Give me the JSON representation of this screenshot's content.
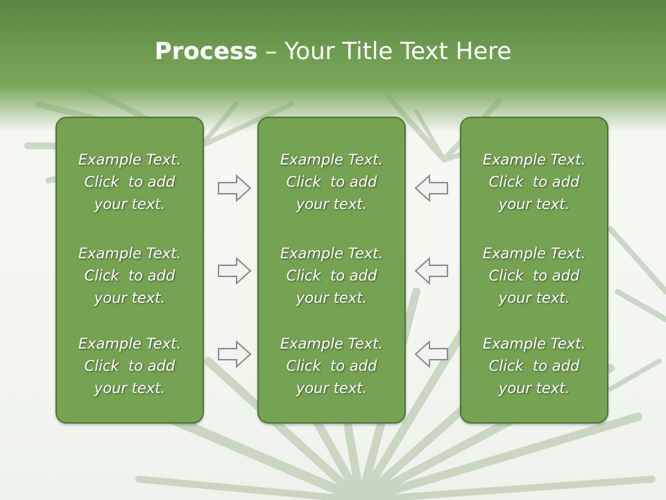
{
  "slide": {
    "title_bold": "Process",
    "title_rest": " – Your Title Text Here"
  },
  "columns": [
    {
      "blocks": [
        [
          "Example Text.",
          "Click  to add",
          "your text."
        ],
        [
          "Example Text.",
          "Click  to add",
          "your text."
        ],
        [
          "Example Text.",
          "Click  to add",
          "your text."
        ]
      ]
    },
    {
      "blocks": [
        [
          "Example Text.",
          "Click  to add",
          "your text."
        ],
        [
          "Example Text.",
          "Click  to add",
          "your text."
        ],
        [
          "Example Text.",
          "Click  to add",
          "your text."
        ]
      ]
    },
    {
      "blocks": [
        [
          "Example Text.",
          "Click  to add",
          "your text."
        ],
        [
          "Example Text.",
          "Click  to add",
          "your text."
        ],
        [
          "Example Text.",
          "Click  to add",
          "your text."
        ]
      ]
    }
  ],
  "arrows": {
    "left_group": [
      "right-arrow-icon",
      "right-arrow-icon",
      "right-arrow-icon"
    ],
    "right_group": [
      "left-arrow-icon",
      "left-arrow-icon",
      "left-arrow-icon"
    ]
  },
  "colors": {
    "header_green": "#5a8642",
    "panel_green": "#75a253",
    "panel_border": "#4e7536",
    "arrow_fill": "#f2f2f2",
    "arrow_stroke": "#8a8a8a"
  }
}
